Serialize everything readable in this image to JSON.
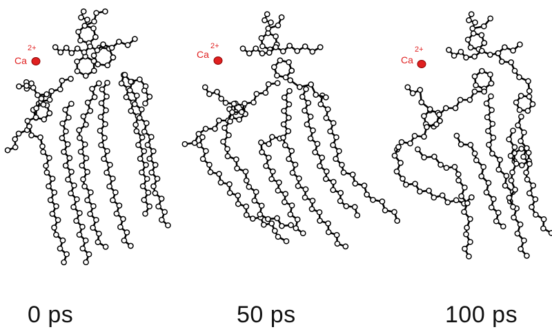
{
  "ion": {
    "symbol": "Ca",
    "charge": "2+",
    "color": "#e02020"
  },
  "colors": {
    "bond": "#000000",
    "atom_fill": "#ffffff",
    "atom_stroke": "#000000"
  },
  "frames": [
    {
      "time_label": "0 ps"
    },
    {
      "time_label": "50 ps"
    },
    {
      "time_label": "100 ps"
    }
  ]
}
